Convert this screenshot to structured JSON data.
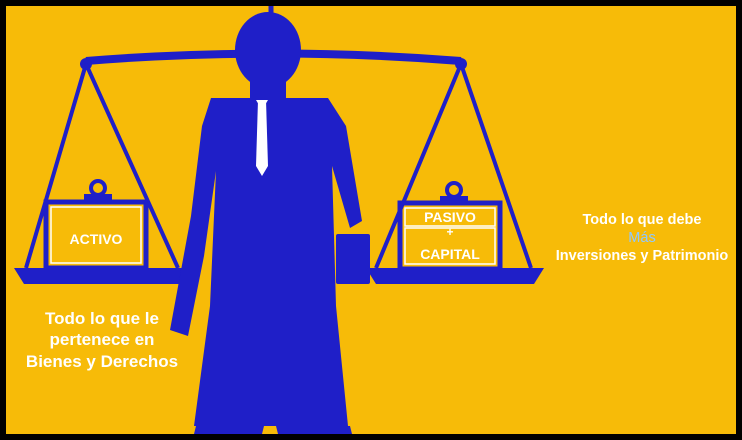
{
  "left_box": {
    "label": "ACTIVO"
  },
  "right_box": {
    "top": "PASIVO",
    "plus": "+",
    "bottom": "CAPITAL"
  },
  "left_caption": {
    "line1": "Todo lo que le",
    "line2": "pertenece en",
    "line3": "Bienes y Derechos"
  },
  "right_caption": {
    "line1": "Todo lo que debe",
    "line2": "Más",
    "line3": "Inversiones y Patrimonio"
  },
  "colors": {
    "background": "#F7BB08",
    "figure": "#1F1FC8",
    "text": "#FFFFFF",
    "accent": "#8FC8FF",
    "frame": "#000000"
  }
}
